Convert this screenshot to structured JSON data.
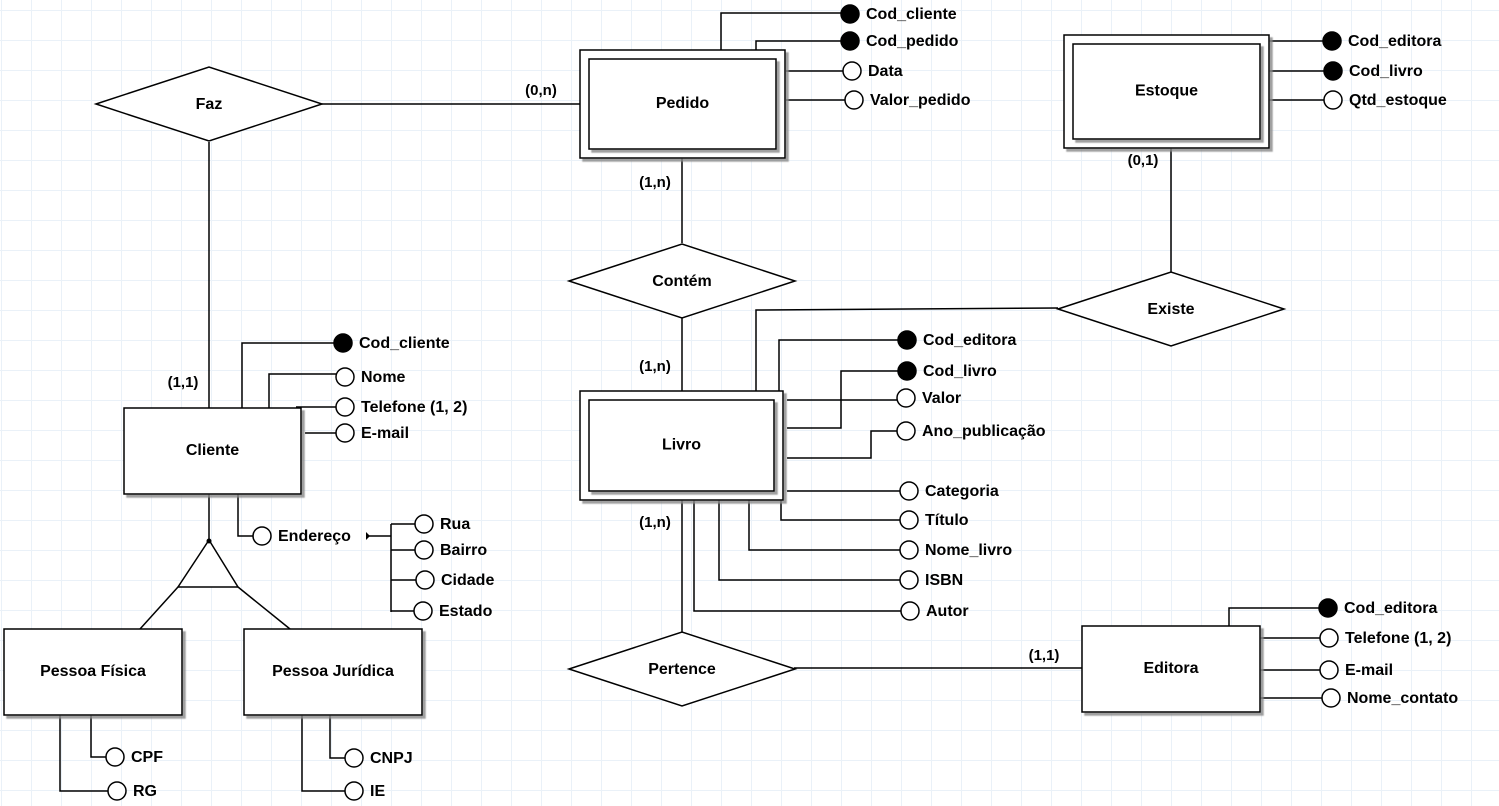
{
  "diagram": {
    "type": "ER diagram",
    "entities": {
      "pedido": {
        "name": "Pedido",
        "weak": true
      },
      "estoque": {
        "name": "Estoque",
        "weak": true
      },
      "cliente": {
        "name": "Cliente",
        "weak": false
      },
      "livro": {
        "name": "Livro",
        "weak": true
      },
      "editora": {
        "name": "Editora",
        "weak": false
      },
      "pessoa_fisica": {
        "name": "Pessoa Física",
        "weak": false
      },
      "pessoa_juridica": {
        "name": "Pessoa Jurídica",
        "weak": false
      }
    },
    "relationships": {
      "faz": "Faz",
      "contem": "Contém",
      "existe": "Existe",
      "pertence": "Pertence"
    },
    "cardinalities": {
      "faz_pedido": "(0,n)",
      "faz_cliente": "(1,1)",
      "contem_pedido": "(1,n)",
      "contem_livro": "(1,n)",
      "existe_estoque": "(0,1)",
      "pertence_livro": "(1,n)",
      "pertence_editora": "(1,1)"
    },
    "attributes": {
      "pedido": [
        {
          "name": "Cod_cliente",
          "key": true
        },
        {
          "name": "Cod_pedido",
          "key": true
        },
        {
          "name": "Data",
          "key": false
        },
        {
          "name": "Valor_pedido",
          "key": false
        }
      ],
      "estoque": [
        {
          "name": "Cod_editora",
          "key": true
        },
        {
          "name": "Cod_livro",
          "key": true
        },
        {
          "name": "Qtd_estoque",
          "key": false
        }
      ],
      "cliente": [
        {
          "name": "Cod_cliente",
          "key": true
        },
        {
          "name": "Nome",
          "key": false
        },
        {
          "name": "Telefone (1, 2)",
          "key": false
        },
        {
          "name": "E-mail",
          "key": false
        },
        {
          "name": "Endereço",
          "key": false
        }
      ],
      "endereco": [
        {
          "name": "Rua",
          "key": false
        },
        {
          "name": "Bairro",
          "key": false
        },
        {
          "name": "Cidade",
          "key": false
        },
        {
          "name": "Estado",
          "key": false
        }
      ],
      "livro": [
        {
          "name": "Cod_editora",
          "key": true
        },
        {
          "name": "Cod_livro",
          "key": true
        },
        {
          "name": "Valor",
          "key": false
        },
        {
          "name": "Ano_publicação",
          "key": false
        },
        {
          "name": "Categoria",
          "key": false
        },
        {
          "name": "Título",
          "key": false
        },
        {
          "name": "Nome_livro",
          "key": false
        },
        {
          "name": "ISBN",
          "key": false
        },
        {
          "name": "Autor",
          "key": false
        }
      ],
      "editora": [
        {
          "name": "Cod_editora",
          "key": true
        },
        {
          "name": "Telefone (1, 2)",
          "key": false
        },
        {
          "name": "E-mail",
          "key": false
        },
        {
          "name": "Nome_contato",
          "key": false
        }
      ],
      "pessoa_fisica": [
        {
          "name": "CPF",
          "key": false
        },
        {
          "name": "RG",
          "key": false
        }
      ],
      "pessoa_juridica": [
        {
          "name": "CNPJ",
          "key": false
        },
        {
          "name": "IE",
          "key": false
        }
      ]
    }
  }
}
